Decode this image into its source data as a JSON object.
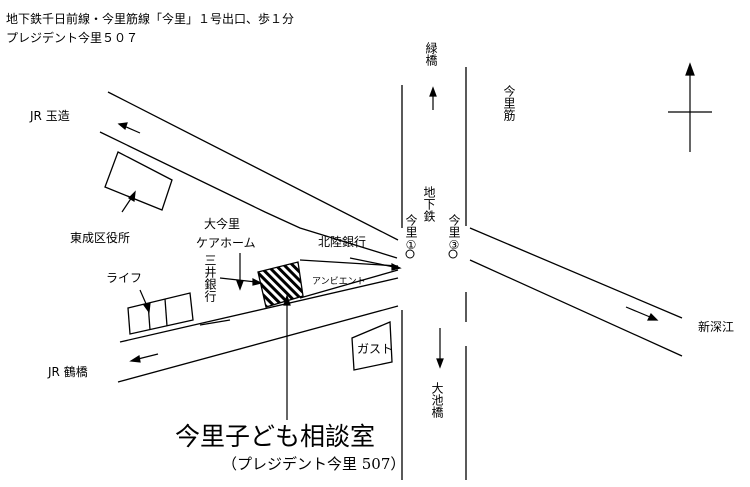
{
  "header": {
    "line1": "地下鉄千日前線・今里筋線「今里」１号出口、歩１分",
    "line2": "プレジデント今里５０７"
  },
  "labels": {
    "jr_tamatsukuri": "JR 玉造",
    "jr_tsuruhashi": "JR 鶴橋",
    "shin_fukae": "新深江",
    "midoribashi": "緑橋",
    "imazatosuji": "今里筋",
    "oikebashi": "大池橋",
    "chikatetsu": "地下鉄",
    "exit1": "今里①",
    "exit3": "今里③",
    "higashinari": "東成区役所",
    "care_home": [
      "大今里",
      "ケアホーム"
    ],
    "mitsui": "三井銀行",
    "life": "ライフ",
    "hokuriku": "北陸銀行",
    "ambient": "アンビエント",
    "gusto": "ガスト",
    "office_title": "今里子ども相談室",
    "office_sub": "（プレジデント今里 507）"
  },
  "colors": {
    "ink": "#000000",
    "paper": "#ffffff"
  }
}
